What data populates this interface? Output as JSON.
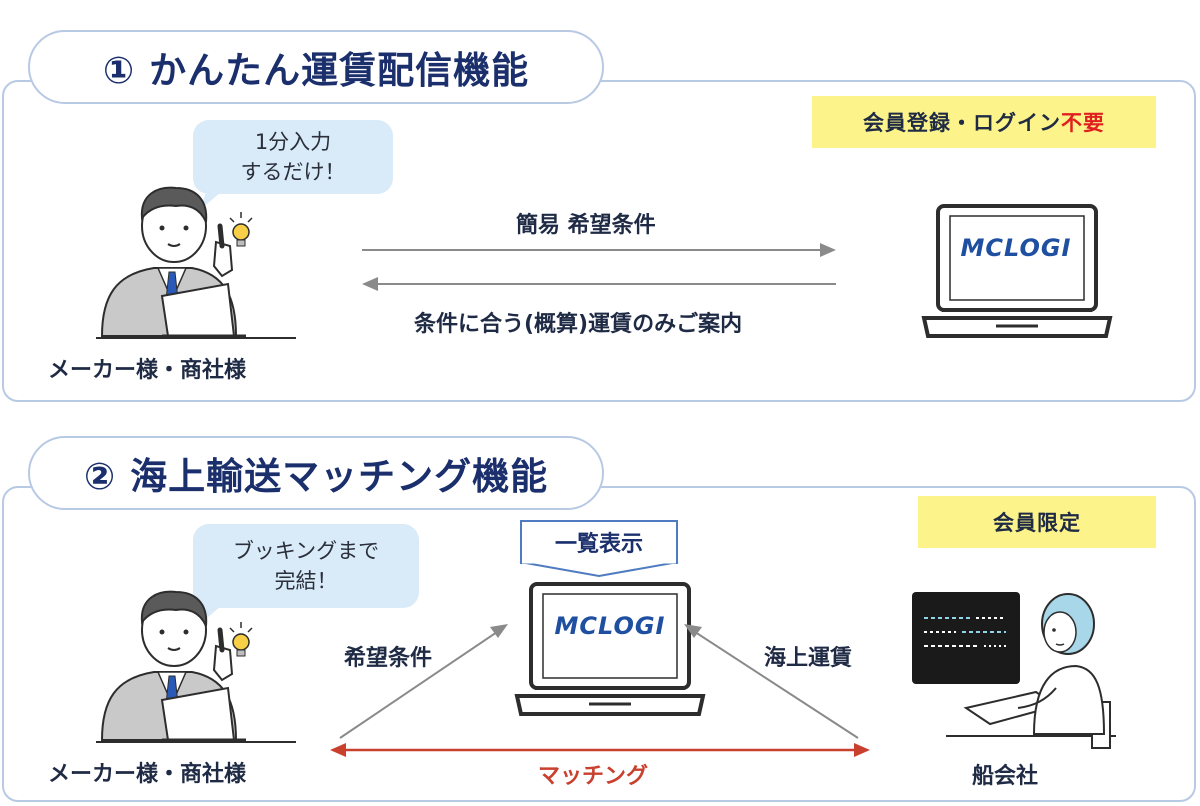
{
  "section1": {
    "title": "① かんたん運賃配信機能",
    "tag_text": "会員登録・ログイン",
    "tag_highlight": "不要",
    "bubble_lines": [
      "1分入力",
      "するだけ！"
    ],
    "person_label": "メーカー様・商社様",
    "arrow_top_label": "簡易 希望条件",
    "arrow_bottom_label": "条件に合う(概算)運賃のみご案内",
    "logo": "MCLOGI"
  },
  "section2": {
    "title": "② 海上輸送マッチング機能",
    "tag_text": "会員限定",
    "bubble_lines": [
      "ブッキングまで",
      "完結！"
    ],
    "list_label": "一覧表示",
    "left_arrow_label": "希望条件",
    "right_arrow_label": "海上運賃",
    "matching_label": "マッチング",
    "person_label": "メーカー様・商社様",
    "carrier_label": "船会社",
    "logo": "MCLOGI"
  },
  "colors": {
    "title_text": "#1a2f6b",
    "panel_border": "#b8c9e4",
    "tag_bg": "#fcf48a",
    "highlight_red": "#e02020",
    "matching_red": "#c9402f",
    "bubble_bg": "#d9eaf8",
    "arrow_gray": "#8a8a8a",
    "logo_blue": "#1f4fa0"
  }
}
